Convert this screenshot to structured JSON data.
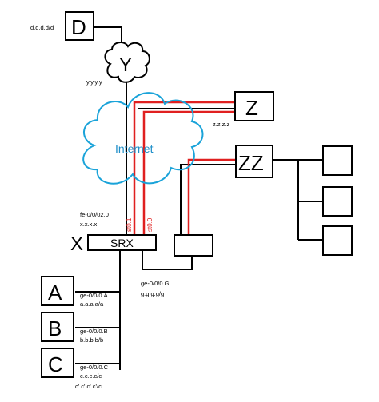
{
  "nodes": {
    "d": {
      "label": "D",
      "addr": "d.d.d.d/d"
    },
    "y": {
      "label": "Y",
      "addr": "y.y.y.y"
    },
    "z": {
      "label": "Z",
      "addr": "z.z.z.z"
    },
    "zz": {
      "label": "ZZ"
    },
    "internet": {
      "label": "Internet"
    },
    "srx": {
      "label": "SRX"
    },
    "x": {
      "label": "X"
    },
    "a": {
      "label": "A",
      "iface": "ge-0/0/0.A",
      "addr": "a.a.a.a/a"
    },
    "b": {
      "label": "B",
      "iface": "ge-0/0/0.B",
      "addr": "b.b.b.b/b"
    },
    "c": {
      "label": "C",
      "iface": "ge-0/0/0.C",
      "addr": "c.c.c.c/c",
      "addr2": "c'.c'.c'.c'/c'"
    }
  },
  "interfaces": {
    "fe": {
      "name": "fe-0/0/02.0",
      "addr": "x.x.x.x"
    },
    "st01": "st0.1",
    "st00": "st0.0",
    "geG": {
      "name": "ge-0/0/0.G",
      "addr": "g.g.g.g/g"
    }
  },
  "colors": {
    "line": "#000000",
    "tunnel": "#e02020",
    "cloud_outline": "#1aa3d9",
    "internet_text": "#1f8fc9",
    "background": "#ffffff"
  }
}
